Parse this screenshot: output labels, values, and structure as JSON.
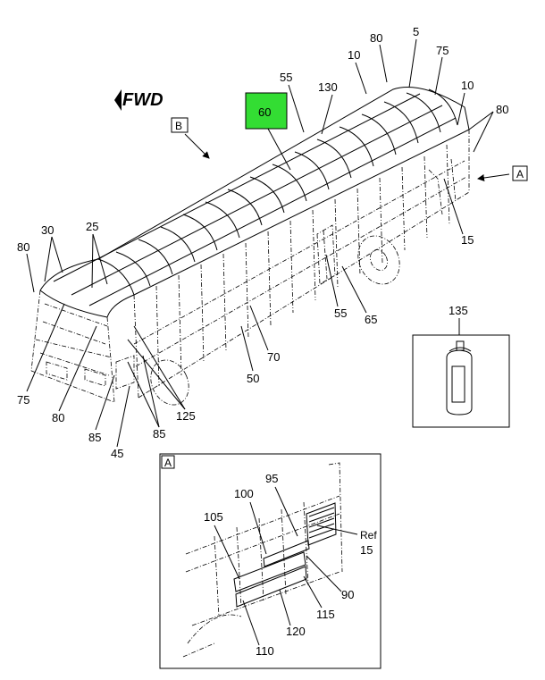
{
  "fwd_label": "FWD",
  "view_labels": {
    "a": "A",
    "b": "B",
    "detail_a": "A"
  },
  "callouts": {
    "c80_top": "80",
    "c5": "5",
    "c75_top": "75",
    "c10_top": "10",
    "c10_right": "10",
    "c80_right": "80",
    "c55_top": "55",
    "c130": "130",
    "c60": "60",
    "c15": "15",
    "c30": "30",
    "c25": "25",
    "c80_left": "80",
    "c55_mid": "55",
    "c65": "65",
    "c70": "70",
    "c50": "50",
    "c75_left": "75",
    "c80_low": "80",
    "c85_a": "85",
    "c85_b": "85",
    "c125": "125",
    "c45": "45",
    "c135": "135"
  },
  "detail_callouts": {
    "d95": "95",
    "d100": "100",
    "d105": "105",
    "d_ref": "Ref",
    "d_ref15": "15",
    "d90": "90",
    "d115": "115",
    "d120": "120",
    "d110": "110"
  },
  "colors": {
    "highlight": "#33dd33",
    "ink": "#000000",
    "background": "#ffffff"
  }
}
